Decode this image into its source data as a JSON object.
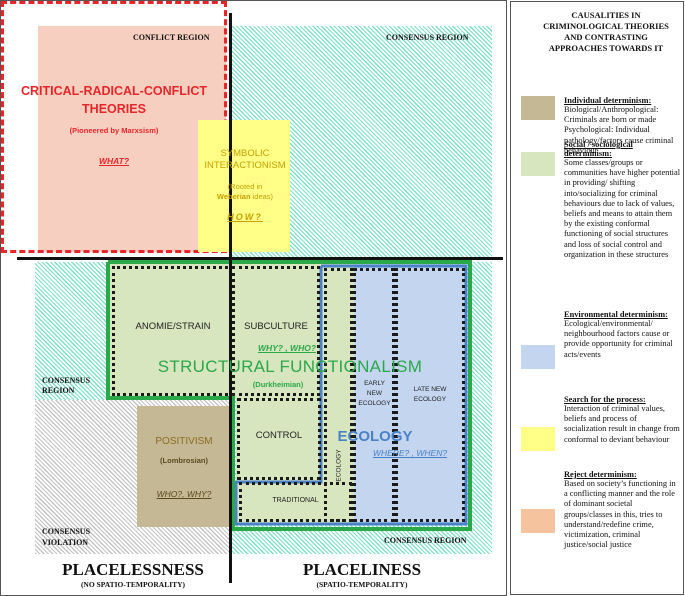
{
  "colors": {
    "hatch_green": "#7fe0c8",
    "hatch_grey": "#c4c4c4",
    "critical_fill": "#f7cfc0",
    "critical_border": "#e8262a",
    "symbolic_fill": "#ffff88",
    "anomie_fill": "#d8e6bf",
    "positivism_fill": "#c5b894",
    "ecology_fill": "#c3d5ef",
    "structural_green": "#2aa84a",
    "ecology_blue": "#4a82c8"
  },
  "regions": {
    "conflict": "CONFLICT REGION",
    "consensus_top": "CONSENSUS REGION",
    "consensus_left_1": "CONSENSUS",
    "consensus_left_2": "REGION",
    "consensus_bottom": "CONSENSUS REGION",
    "violation_1": "CONSENSUS",
    "violation_2": "VIOLATION"
  },
  "critical": {
    "line1": "CRITICAL-RADICAL-CONFLICT",
    "line2": "THEORIES",
    "note_prefix": "(Pioneered by ",
    "note_bold": "Marxsism",
    "note_suffix": ")",
    "question": "WHAT?"
  },
  "symbolic": {
    "line1": "SYMBOLIC",
    "line2": "INTERACTIONISM",
    "note1": "(Rooted in",
    "note2_bold": "Weberian",
    "note2_rest": " ideas)",
    "question": "HOW?"
  },
  "boxes": {
    "anomie": "ANOMIE/STRAIN",
    "subculture": "SUBCULTURE",
    "control": "CONTROL",
    "traditional": "TRADITIONAL",
    "ecology_vertical": "ECOLOGY",
    "early_1": "EARLY",
    "early_2": "NEW",
    "early_3": "ECOLOGY",
    "late_1": "LATE NEW",
    "late_2": "ECOLOGY"
  },
  "structural": {
    "title": "STRUCTURAL FUNCTIONALISM",
    "question": "WHY? , WHO?",
    "note": "(Durkheimian)"
  },
  "ecology": {
    "title": "ECOLOGY",
    "question": "WHERE? , WHEN?"
  },
  "positivism": {
    "title": "POSITIVISM",
    "note": "(Lombrosian)",
    "question": "WHO?, WHY?"
  },
  "axis": {
    "left_title": "PLACELESSNESS",
    "left_sub": "(NO SPATIO-TEMPORALITY)",
    "right_title": "PLACELINESS",
    "right_sub": "(SPATIO-TEMPORALITY)"
  },
  "legend": {
    "title": "CAUSALITIES IN CRIMINOLOGICAL THEORIES AND CONTRASTING APPROACHES TOWARDS IT",
    "items": [
      {
        "color": "#c5b894",
        "heading": "Individual determinism:",
        "body": "Biological/Anthropological: Criminals are born or made Psychological: Individual pathology/factors cause criminal behaviour"
      },
      {
        "color": "#d8e6bf",
        "heading": "Social / sociological determinism:",
        "body": "Some classes/groups or communities have higher potential in providing/ shifting into/socializing for criminal behaviours due to lack of values, beliefs and means to attain them by the existing conformal functioning of social structures and loss of social control and organization in these structures"
      },
      {
        "color": "#c3d5ef",
        "heading": "Environmental determinism:",
        "body": "Ecological/environmental/ neighbourhood factors cause or provide opportunity for criminal acts/events"
      },
      {
        "color": "#ffff88",
        "heading": "Search for the process:",
        "body": "Interaction of criminal values, beliefs and process of socialization result in change from conformal to deviant behaviour"
      },
      {
        "color": "#f5c49e",
        "heading": "Reject determinism:",
        "body": "Based on society’s functioning in a conflicting manner and the role of dominant societal groups/classes in this, tries to understand/redefine crime, victimization, criminal justice/social justice"
      }
    ]
  }
}
